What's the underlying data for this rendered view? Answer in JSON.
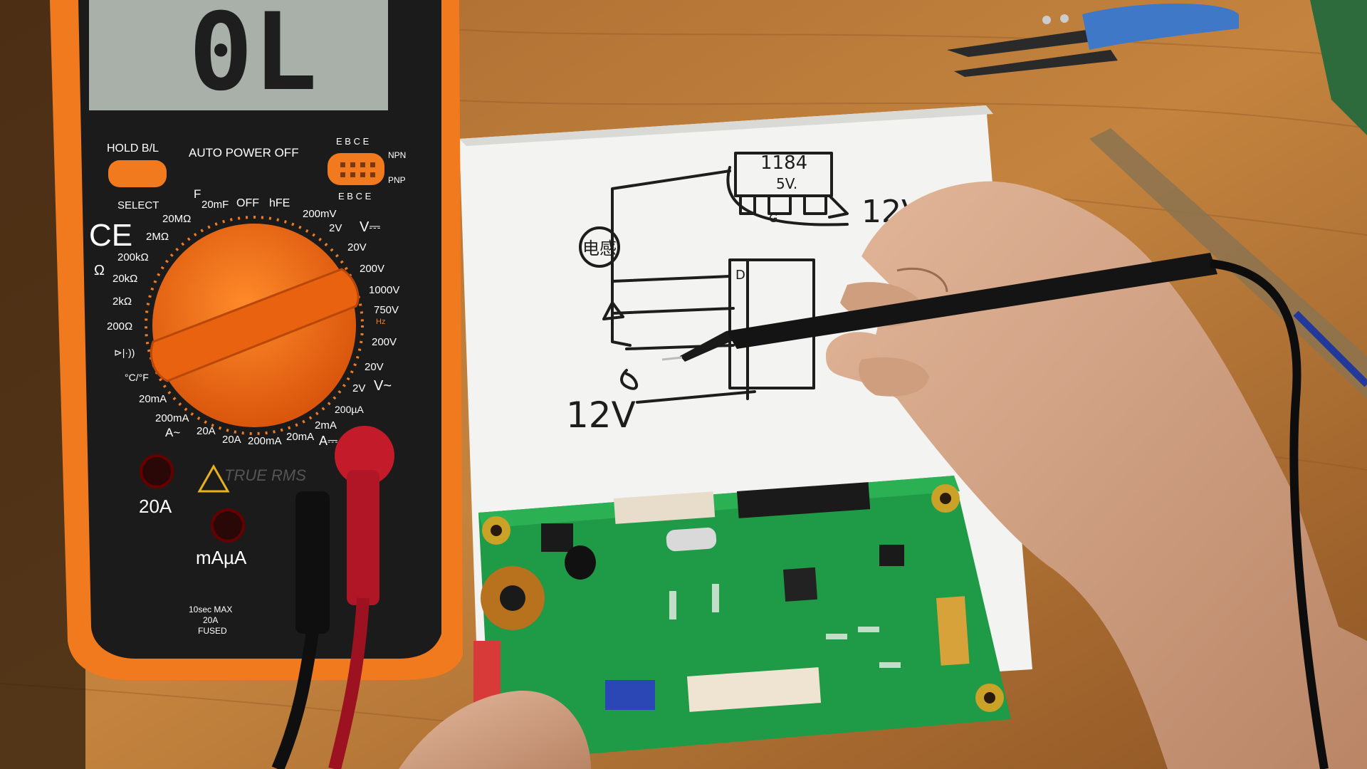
{
  "multimeter": {
    "display": "0L",
    "hold_label": "HOLD B/L",
    "auto_power_off": "AUTO POWER OFF",
    "select_label": "SELECT",
    "ebce_top": "E B C E",
    "ebce_bottom": "E B C E",
    "npn": "NPN",
    "pnp": "PNP",
    "true_rms": "TRUE RMS",
    "dial_labels": {
      "f": "F",
      "mf20": "20mF",
      "off": "OFF",
      "hfe": "hFE",
      "mv200": "200mV",
      "v2": "2V",
      "v20": "20V",
      "v200": "200V",
      "v1000": "1000V",
      "vdc": "V⎓",
      "vac": "V~",
      "v750": "750V",
      "hz": "Hz",
      "v200ac": "200V",
      "v20ac": "20V",
      "v2ac": "2V",
      "ua200": "200µA",
      "m20": "20MΩ",
      "m2": "2MΩ",
      "k200": "200kΩ",
      "k20": "20kΩ",
      "k2": "2kΩ",
      "o200": "200Ω",
      "ohm": "Ω",
      "diode": "⊳|·))",
      "temp": "°C/°F",
      "ma20l": "20mA",
      "ma200l": "200mA",
      "aac": "A~",
      "a20l": "20A",
      "a20b": "20A",
      "ma200b": "200mA",
      "ma20b": "20mA",
      "ma2b": "2mA",
      "adc": "A⎓"
    },
    "port_20a": "20A",
    "port_maua": "mAµA",
    "fused_note": [
      "10sec MAX",
      "20A",
      "FUSED"
    ],
    "ce_mark": "CE"
  },
  "drawing": {
    "chip_top": "1184",
    "chip_mid": "5V.",
    "chip_pin": "G",
    "label_12v_right": "12V",
    "label_12v_left": "12V",
    "inductor": "电感",
    "pin_d": "D"
  },
  "colors": {
    "meter_body": "#f27a1e",
    "meter_face": "#1b1b1b",
    "lcd": "#a9b0aa",
    "pcb": "#1f9a46",
    "paper": "#f4f4f2",
    "desk": "#b9793d"
  }
}
